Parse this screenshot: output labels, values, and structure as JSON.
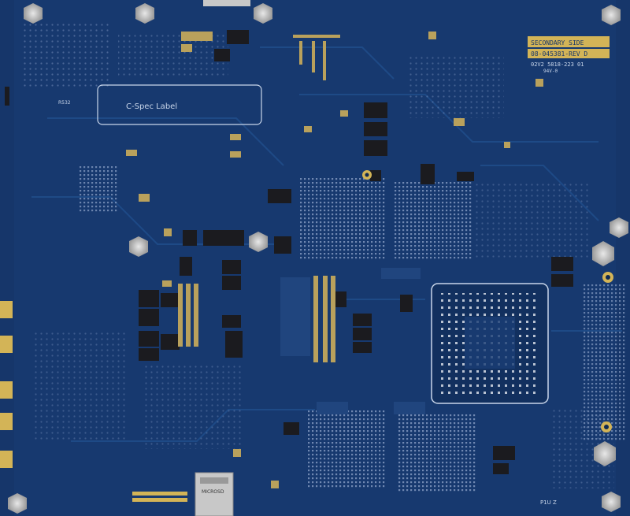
{
  "board": {
    "label_box_text": "C-Spec Label",
    "silkscreen_ref": "R532",
    "side_label": "SECONDARY SIDE",
    "part_number": "08-045381-REV D",
    "date_code": "02V2 5818-223 01",
    "rating": "94V-0",
    "sd_slot_text": "MICROSD",
    "corner_text": "P1U Z"
  },
  "colors": {
    "pcb": "#16366a",
    "pcb_dark": "#0f2a52",
    "copper": "#b9a15c",
    "gold": "#d3b457",
    "silk": "#c9d6ea",
    "chip": "#1b1b1f",
    "metal": "#c8c8c8"
  }
}
